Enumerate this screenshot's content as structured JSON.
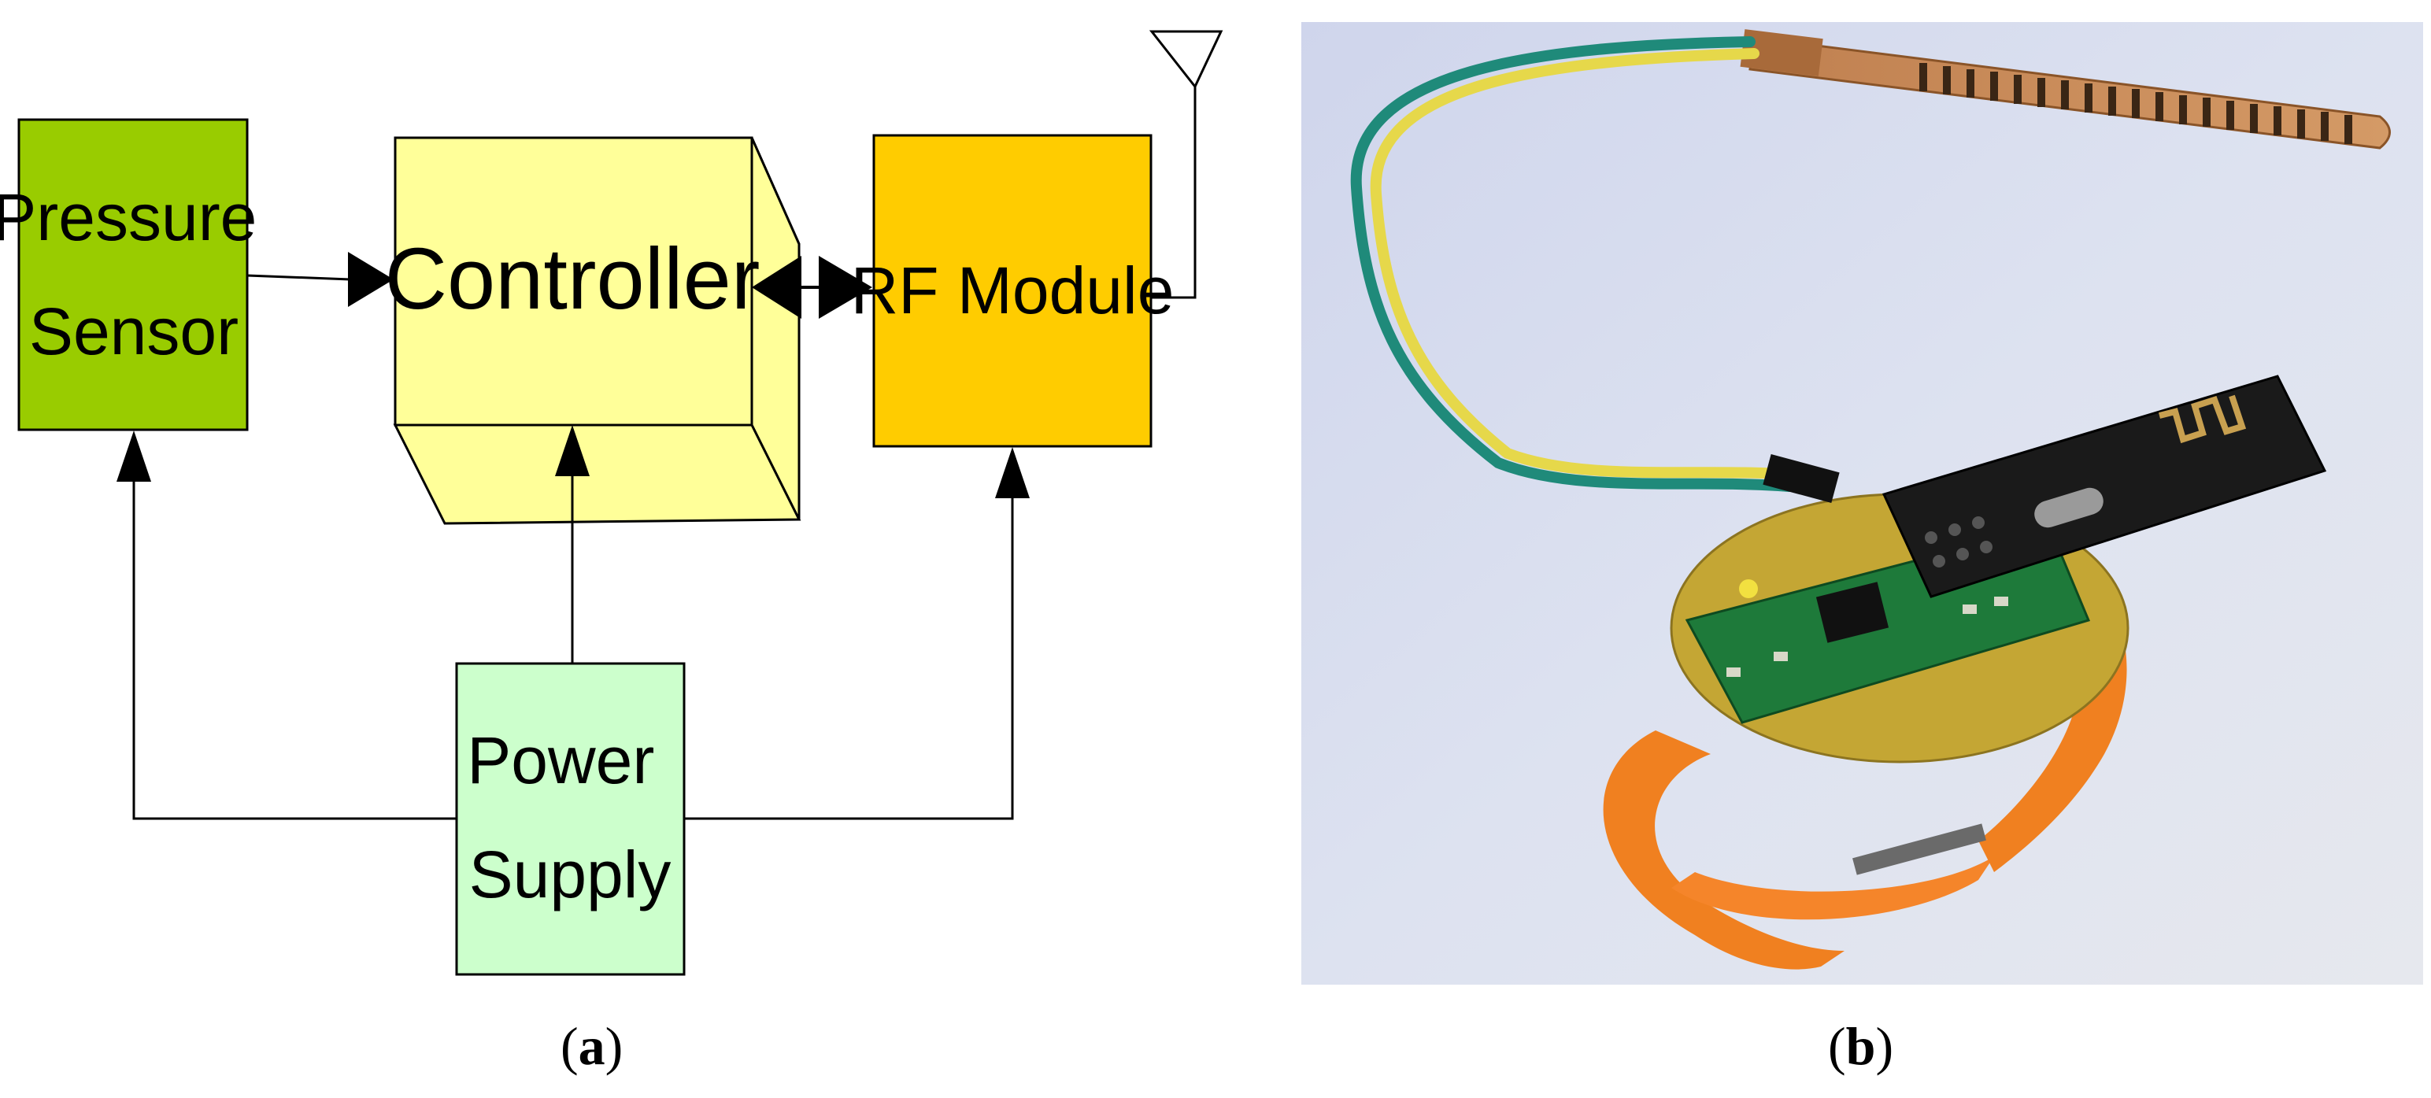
{
  "panel_a": {
    "blocks": {
      "pressure_sensor": [
        "Pressure",
        "Sensor"
      ],
      "controller": "Controller",
      "rf_module": "RF Module",
      "power_supply": [
        "Power",
        "Supply"
      ]
    },
    "caption": {
      "open": "(",
      "letter": "a",
      "close": ")"
    }
  },
  "panel_b": {
    "caption": {
      "open": "(",
      "letter": "b",
      "close": ")"
    },
    "icons": [
      "flex-pressure-sensor-strip",
      "yellow-green-wire",
      "pcb-board",
      "rf-transceiver-module",
      "orange-strap",
      "antenna-symbol"
    ]
  },
  "colors": {
    "pressure_sensor": "#99cc00",
    "controller": "#ffff99",
    "rf_module": "#ffcc00",
    "power_supply": "#ccffcc",
    "photo_background": "#d3d8ea"
  }
}
